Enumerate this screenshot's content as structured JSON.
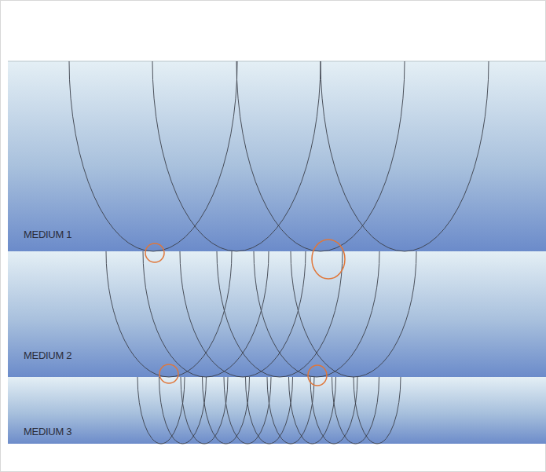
{
  "diagram": {
    "nodes": [
      {
        "text": [
          "MEDIUM 1"
        ]
      },
      {
        "text": [
          "MEDIUM 2"
        ]
      },
      {
        "text": [
          "MEDIUM 3"
        ]
      }
    ]
  }
}
